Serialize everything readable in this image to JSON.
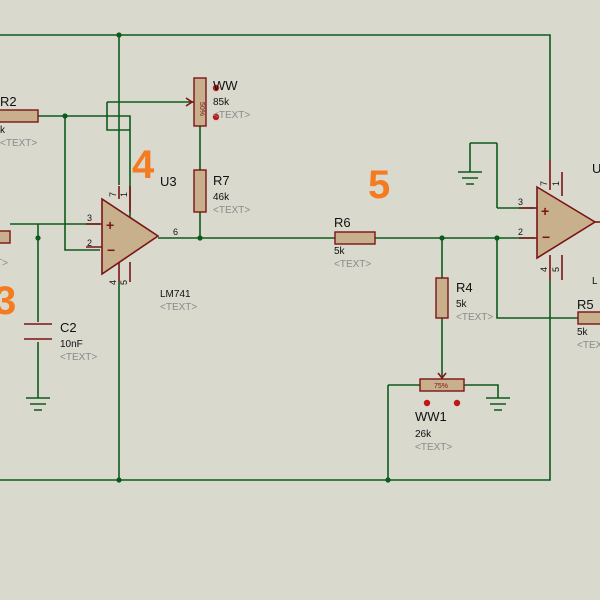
{
  "annotations": {
    "left_number": "3",
    "mid_number_a": "4",
    "mid_number_b": "5"
  },
  "u3": {
    "name": "U3",
    "model": "LM741",
    "text": "<TEXT>",
    "pins": {
      "p3": "3",
      "p2": "2",
      "p6": "6",
      "p7": "7",
      "p1": "1",
      "p4": "4",
      "p5": "5"
    }
  },
  "u_right": {
    "name": "U",
    "model": "L",
    "pins": {
      "p3": "3",
      "p2": "2",
      "p7": "7",
      "p1": "1",
      "p4": "4",
      "p5": "5"
    }
  },
  "r2": {
    "name": "R2",
    "value": "k",
    "text": "<TEXT>"
  },
  "ww": {
    "name": "WW",
    "value": "85k",
    "text": "<TEXT>",
    "setting": "50%"
  },
  "r7": {
    "name": "R7",
    "value": "46k",
    "text": "<TEXT>"
  },
  "r6": {
    "name": "R6",
    "value": "5k",
    "text": "<TEXT>"
  },
  "r4": {
    "name": "R4",
    "value": "5k",
    "text": "<TEXT>"
  },
  "r5": {
    "name": "R5",
    "value": "5k",
    "text": "<TEXT>"
  },
  "ww1": {
    "name": "WW1",
    "value": "26k",
    "text": "<TEXT>",
    "setting": "75%"
  },
  "c2": {
    "name": "C2",
    "value": "10nF",
    "text": "<TEXT>"
  },
  "left_partial": {
    "text": "T>"
  }
}
